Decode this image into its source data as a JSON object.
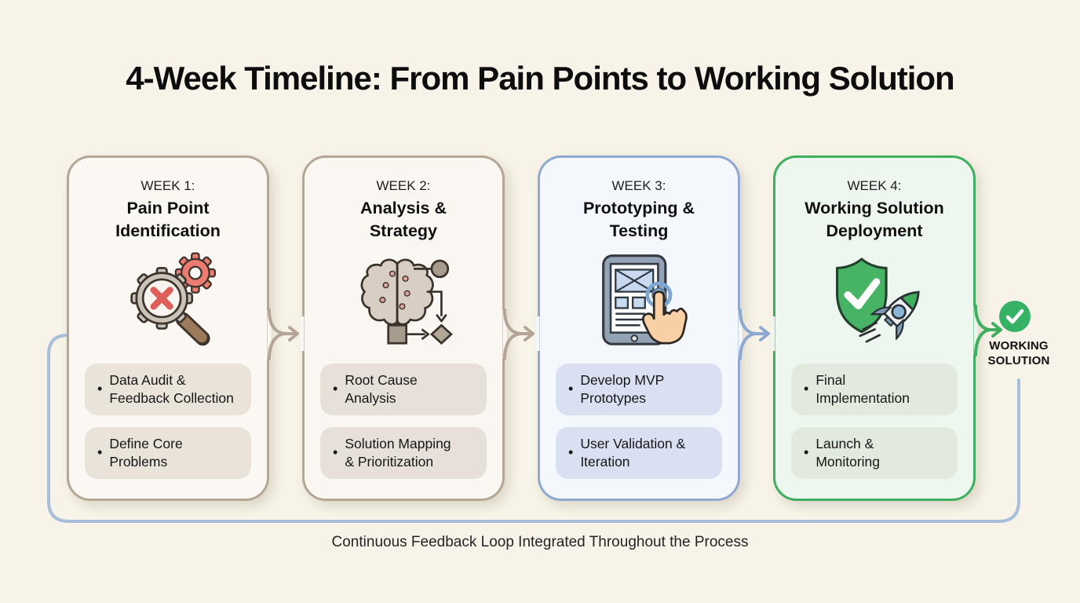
{
  "title": "4-Week Timeline: From Pain Points to Working Solution",
  "caption": "Continuous Feedback Loop Integrated Throughout the Process",
  "result_label": "WORKING\nSOLUTION",
  "bullet_char": "•",
  "cards": [
    {
      "week_label": "WEEK 1:",
      "title": "Pain Point\nIdentification",
      "icon": "gear-magnifier-x-icon",
      "bullets": [
        "Data Audit &\nFeedback Collection",
        "Define Core\nProblems"
      ]
    },
    {
      "week_label": "WEEK 2:",
      "title": "Analysis &\nStrategy",
      "icon": "brain-flowchart-icon",
      "bullets": [
        "Root Cause\nAnalysis",
        "Solution Mapping\n& Prioritization"
      ]
    },
    {
      "week_label": "WEEK 3:",
      "title": "Prototyping &\nTesting",
      "icon": "tablet-tap-icon",
      "bullets": [
        "Develop MVP\nPrototypes",
        "User Validation &\nIteration"
      ]
    },
    {
      "week_label": "WEEK 4:",
      "title": "Working Solution\nDeployment",
      "icon": "shield-rocket-icon",
      "bullets": [
        "Final\nImplementation",
        "Launch &\nMonitoring"
      ]
    }
  ],
  "colors": {
    "background": "#f7f3e8",
    "neutral_card_border": "#b5a695",
    "blue_card_border": "#8fa8d0",
    "green_card_border": "#3fae5e",
    "loop_line": "#a9bedb",
    "success_green": "#35b266",
    "error_red": "#dd5f58"
  }
}
